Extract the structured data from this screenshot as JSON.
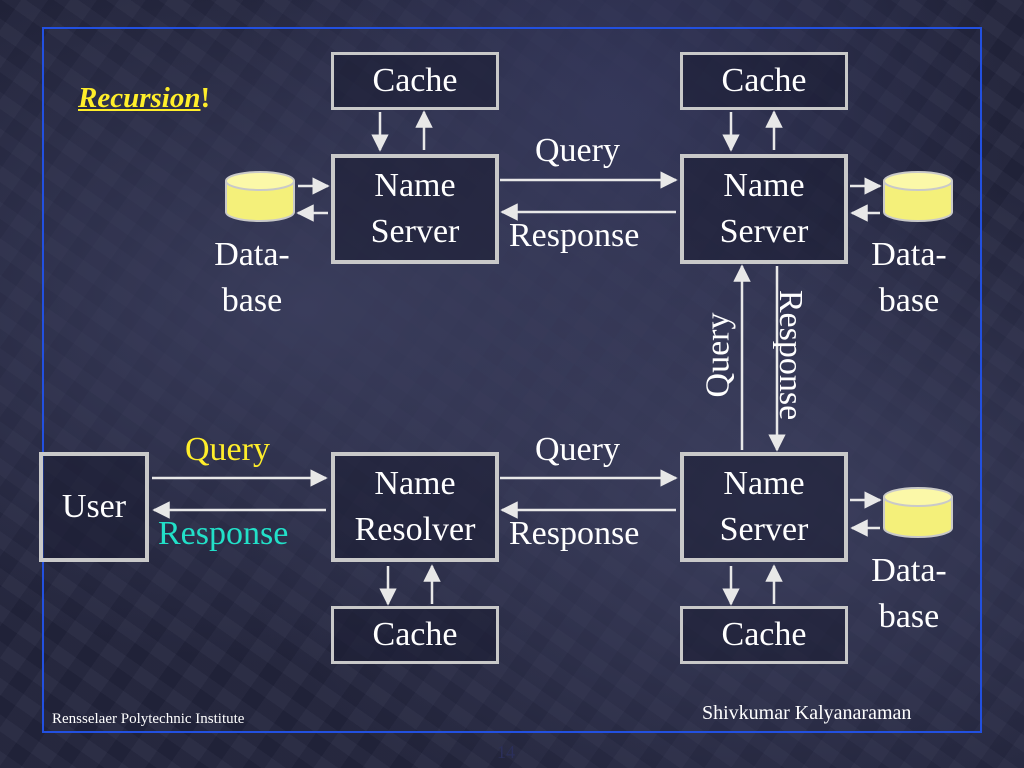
{
  "slide": {
    "title_main": "Recursion",
    "title_suffix": "!",
    "footer_left": "Rensselaer Polytechnic Institute",
    "footer_right": "Shivkumar Kalyanaraman",
    "page_number": "14"
  },
  "boxes": {
    "cache_top_left": "Cache",
    "cache_top_right": "Cache",
    "cache_bottom_left": "Cache",
    "cache_bottom_right": "Cache",
    "ns_top_left": [
      "Name",
      "Server"
    ],
    "ns_top_right": [
      "Name",
      "Server"
    ],
    "ns_bottom_right": [
      "Name",
      "Server"
    ],
    "resolver": [
      "Name",
      "Resolver"
    ],
    "user": "User"
  },
  "labels": {
    "query_top": "Query",
    "response_top": "Response",
    "query_vertical": "Query",
    "response_vertical": "Response",
    "query_bottom": "Query",
    "response_bottom": "Response",
    "query_user": "Query",
    "response_user": "Response",
    "db_top_left": [
      "Data-",
      "base"
    ],
    "db_top_right": [
      "Data-",
      "base"
    ],
    "db_bottom_right": [
      "Data-",
      "base"
    ]
  },
  "colors": {
    "query_user": "#ffee2a",
    "response_user": "#22e0c8",
    "frame": "#2250e0",
    "database": "#f4f07a"
  }
}
